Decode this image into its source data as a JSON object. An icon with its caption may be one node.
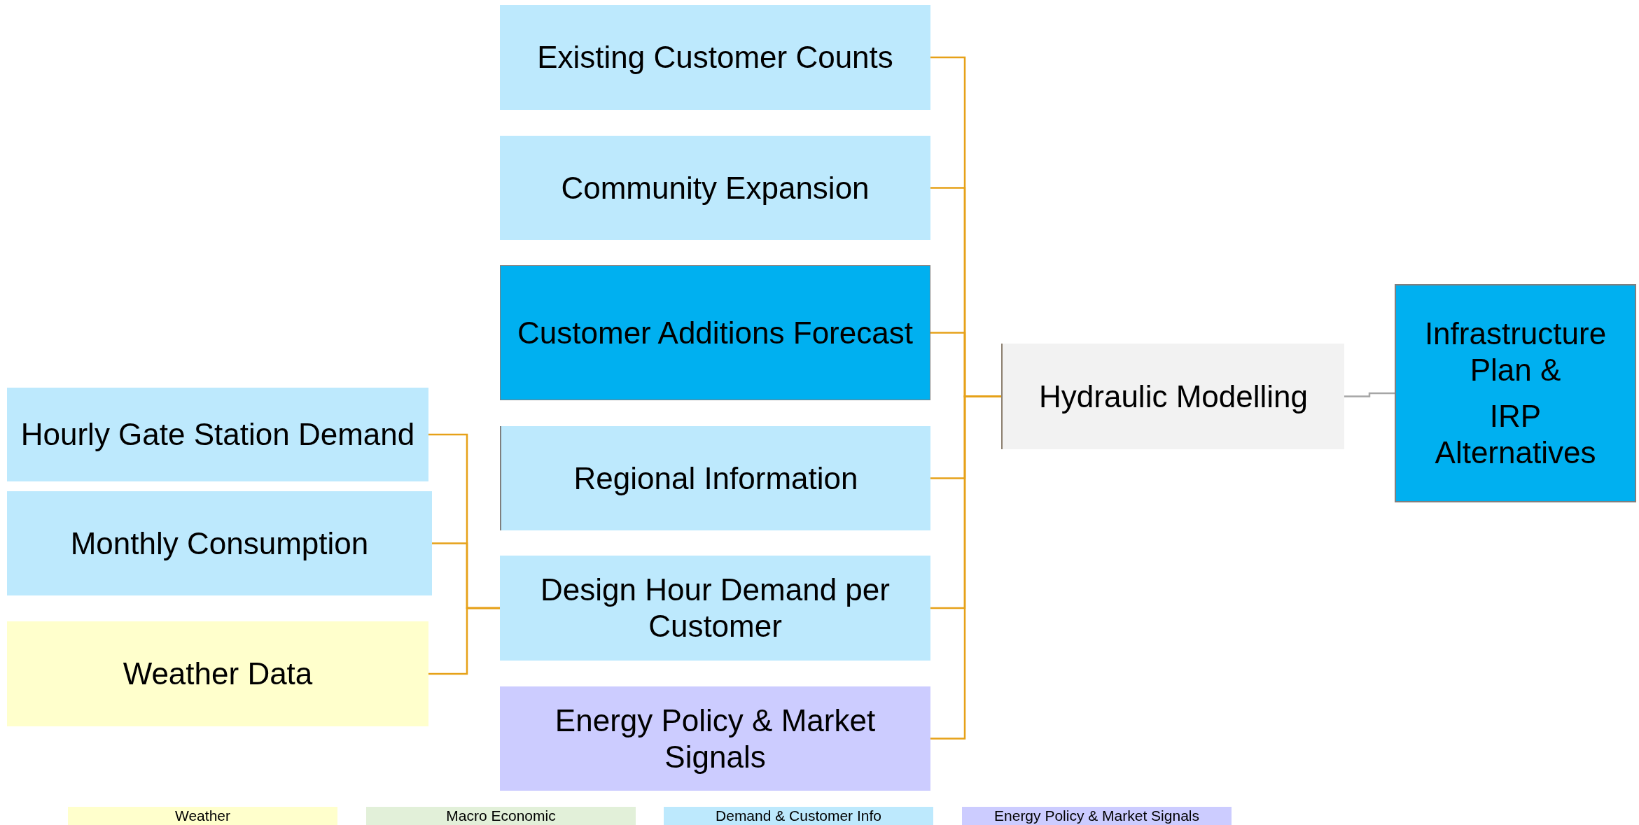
{
  "diagram": {
    "nodes": [
      {
        "text": [
          "Existing Customer Counts"
        ]
      },
      {
        "text": [
          "Community Expansion"
        ]
      },
      {
        "text": [
          "Customer Additions Forecast"
        ]
      },
      {
        "text": [
          "Hourly Gate Station Demand"
        ]
      },
      {
        "text": [
          "Regional Information"
        ]
      },
      {
        "text": [
          "Monthly Consumption"
        ]
      },
      {
        "text": [
          "Design Hour Demand per Customer"
        ]
      },
      {
        "text": [
          "Weather Data"
        ]
      },
      {
        "text": [
          "Energy Policy & Market Signals"
        ]
      },
      {
        "text": [
          "Hydraulic Modelling"
        ]
      },
      {
        "text": [
          "Infrastructure Plan &",
          "IRP Alternatives"
        ]
      }
    ],
    "edges": [
      {
        "from": 3,
        "to": 6,
        "arrow": "none"
      },
      {
        "from": 5,
        "to": 6,
        "arrow": "none"
      },
      {
        "from": 7,
        "to": 6,
        "arrow": "none"
      },
      {
        "from": 0,
        "to": 9,
        "arrow": "none"
      },
      {
        "from": 1,
        "to": 9,
        "arrow": "none"
      },
      {
        "from": 2,
        "to": 9,
        "arrow": "none"
      },
      {
        "from": 4,
        "to": 9,
        "arrow": "none"
      },
      {
        "from": 6,
        "to": 9,
        "arrow": "none"
      },
      {
        "from": 8,
        "to": 9,
        "arrow": "none"
      },
      {
        "from": 9,
        "to": 10,
        "arrow": "none",
        "color": "#a6a6a6"
      }
    ],
    "legend": [
      {
        "text": "Weather",
        "color": "#ffffcc"
      },
      {
        "text": "Macro Economic",
        "color": "#e2f0d9"
      },
      {
        "text": "Demand & Customer Info",
        "color": "#bde9fd"
      },
      {
        "text": "Energy Policy & Market Signals",
        "color": "#ccccff"
      }
    ]
  }
}
